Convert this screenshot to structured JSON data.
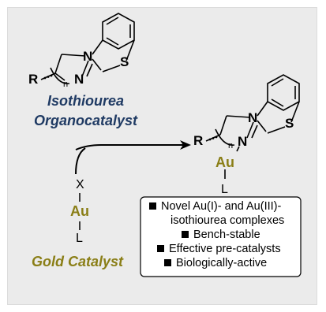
{
  "organocatalyst": {
    "line1": "Isothiourea",
    "line2": "Organocatalyst",
    "atoms": {
      "R": "R",
      "N": "N",
      "S": "S",
      "n": "n"
    }
  },
  "gold_catalyst": {
    "label": "Gold Catalyst",
    "x": "X",
    "au": "Au",
    "l": "L"
  },
  "product": {
    "atoms": {
      "R": "R",
      "N": "N",
      "S": "S",
      "n": "n"
    },
    "au": "Au",
    "l": "L"
  },
  "features": [
    "Novel Au(I)- and Au(III)-",
    "isothiourea complexes",
    "Bench-stable",
    "Effective pre-catalysts",
    "Biologically-active"
  ],
  "colors": {
    "blue": "#1f3a63",
    "gold": "#8a7e16",
    "background": "#ebebeb"
  }
}
